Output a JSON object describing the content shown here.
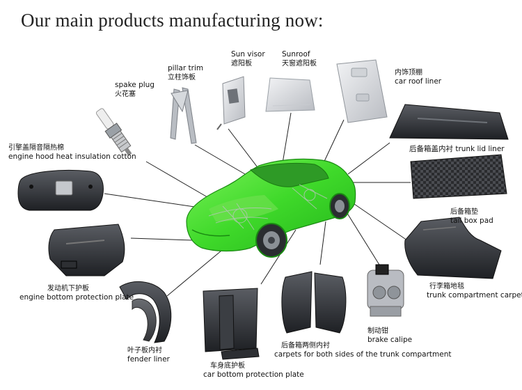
{
  "title": "Our main products manufacturing now:",
  "products": [
    {
      "id": "spark-plug",
      "en": "spake plug",
      "zh": "火花塞"
    },
    {
      "id": "pillar-trim",
      "en": "pillar trim",
      "zh": "立柱饰板"
    },
    {
      "id": "sun-visor",
      "en": "Sun visor",
      "zh": "遮阳板"
    },
    {
      "id": "sunroof",
      "en": "Sunroof",
      "zh": "天窗遮阳板"
    },
    {
      "id": "car-roof-liner",
      "en": "car roof liner",
      "zh": "内饰顶棚"
    },
    {
      "id": "engine-hood-insulation",
      "en": "engine hood heat insulation cotton",
      "zh": "引擎盖隔音隔热棉"
    },
    {
      "id": "trunk-lid-liner",
      "en": "trunk lid liner",
      "zh": "后备箱盖内衬"
    },
    {
      "id": "tail-box-pad",
      "en": "tail box pad",
      "zh": "后备箱垫"
    },
    {
      "id": "engine-bottom-protection",
      "en": "engine bottom protection plate",
      "zh": "发动机下护板"
    },
    {
      "id": "trunk-compartment-carpet",
      "en": "trunk compartment carpet",
      "zh": "行李箱地毯"
    },
    {
      "id": "brake-caliper",
      "en": "brake calipe",
      "zh": "制动钳"
    },
    {
      "id": "trunk-side-carpets",
      "en": "carpets for both sides of the trunk compartment",
      "zh": "后备箱两侧内衬"
    },
    {
      "id": "fender-liner",
      "en": "fender liner",
      "zh": "叶子板内衬"
    },
    {
      "id": "car-bottom-protection",
      "en": "car bottom protection plate",
      "zh": "车身底护板"
    }
  ]
}
